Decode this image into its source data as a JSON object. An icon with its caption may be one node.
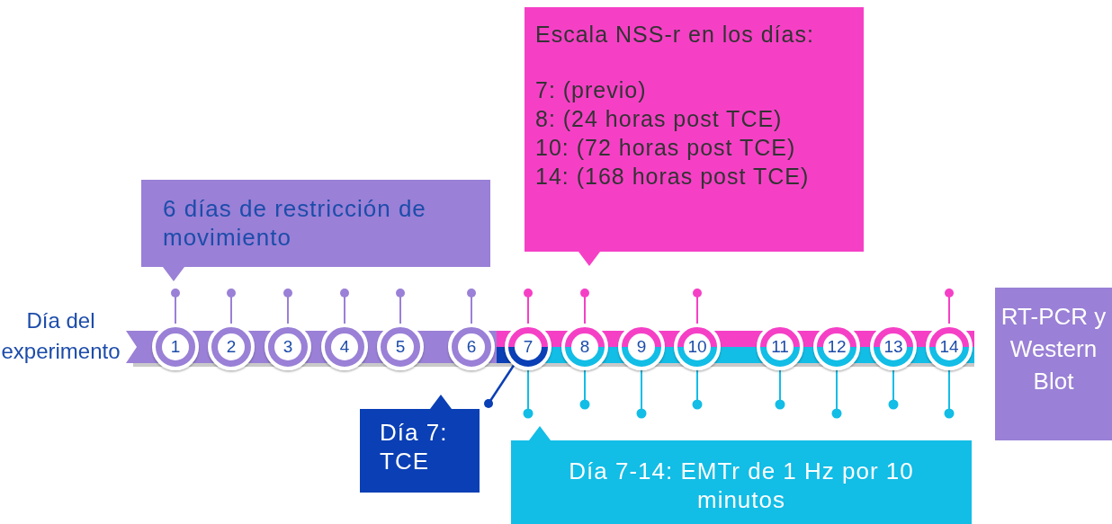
{
  "diagram": {
    "nodes": [
      {
        "text": [
          "Día del experimento"
        ]
      },
      {
        "text": [
          "6 días de restricción de movimiento"
        ]
      },
      {
        "text": [
          "Escala NSS-r en los días:",
          "7: (previo)",
          "8: (24 horas post TCE)",
          "10: (72 horas post TCE)",
          "14: (168 horas post TCE)"
        ]
      },
      {
        "text": [
          "Día 7: TCE"
        ]
      },
      {
        "text": [
          "Día 7-14: EMTr de 1 Hz por 10 minutos"
        ]
      },
      {
        "text": [
          "RT-PCR y Western Blot"
        ]
      },
      {
        "text": [
          "1"
        ]
      },
      {
        "text": [
          "2"
        ]
      },
      {
        "text": [
          "3"
        ]
      },
      {
        "text": [
          "4"
        ]
      },
      {
        "text": [
          "5"
        ]
      },
      {
        "text": [
          "6"
        ]
      },
      {
        "text": [
          "7"
        ]
      },
      {
        "text": [
          "8"
        ]
      },
      {
        "text": [
          "9"
        ]
      },
      {
        "text": [
          "10"
        ]
      },
      {
        "text": [
          "11"
        ]
      },
      {
        "text": [
          "12"
        ]
      },
      {
        "text": [
          "13"
        ]
      },
      {
        "text": [
          "14"
        ]
      }
    ],
    "edges": [
      {
        "from": 12,
        "to": 3,
        "arrow": "other"
      }
    ]
  }
}
